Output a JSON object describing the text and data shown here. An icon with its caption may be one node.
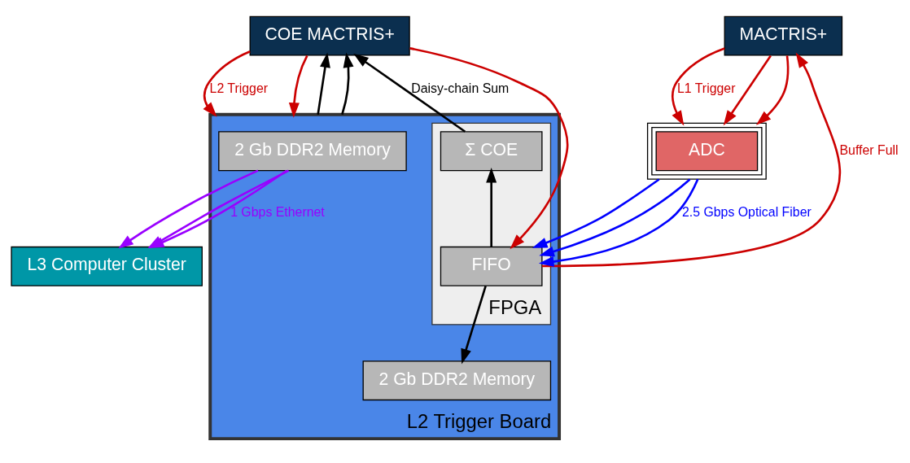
{
  "diagram": {
    "nodes": [
      {
        "text": [
          "MACTRIS+"
        ]
      },
      {
        "text": [
          "COE MACTRIS+"
        ]
      },
      {
        "text": [
          "L2 Trigger Board"
        ]
      },
      {
        "text": [
          "FPGA"
        ],
        "in": 2
      },
      {
        "text": [
          "Σ COE"
        ],
        "in": 3
      },
      {
        "text": [
          "FIFO"
        ],
        "in": 3
      },
      {
        "text": [
          "2 Gb DDR2 Memory"
        ],
        "in": 2
      },
      {
        "text": [
          "2 Gb DDR2 Memory"
        ],
        "in": 2
      },
      {
        "text": [
          "ADC"
        ]
      },
      {
        "text": [
          "L3 Computer Cluster"
        ]
      }
    ],
    "edges": [
      {
        "from": 0,
        "to": 8,
        "arrow": "to"
      },
      {
        "from": 0,
        "to": 8,
        "arrow": "to",
        "label": "L1 Trigger"
      },
      {
        "from": 0,
        "to": 8,
        "arrow": "to"
      },
      {
        "from": 5,
        "to": 0,
        "arrow": "to",
        "label": "Buffer Full"
      },
      {
        "from": 4,
        "to": 1,
        "arrow": "to",
        "label": "Daisy-chain Sum",
        "color": "#000000"
      },
      {
        "from": 1,
        "to": 2,
        "arrow": "to",
        "label": "L2 Trigger"
      },
      {
        "from": 1,
        "to": 2,
        "arrow": "to"
      },
      {
        "from": 2,
        "to": 1,
        "arrow": "to",
        "color": "#000000"
      },
      {
        "from": 2,
        "to": 1,
        "arrow": "to",
        "color": "#000000"
      },
      {
        "from": 1,
        "to": 5,
        "arrow": "to"
      },
      {
        "from": 8,
        "to": 5,
        "arrow": "to",
        "color": "#0000ff"
      },
      {
        "from": 8,
        "to": 5,
        "arrow": "to",
        "color": "#0000ff"
      },
      {
        "from": 8,
        "to": 5,
        "arrow": "to",
        "label": "2.5 Gbps Optical Fiber",
        "color": "#0000ff"
      },
      {
        "from": 5,
        "to": 4,
        "arrow": "to",
        "color": "#000000"
      },
      {
        "from": 5,
        "to": 7,
        "arrow": "to",
        "color": "#000000"
      },
      {
        "from": 6,
        "to": 9,
        "arrow": "to",
        "color": "#9900ff"
      },
      {
        "from": 6,
        "to": 9,
        "arrow": "to",
        "color": "#9900ff"
      },
      {
        "from": 6,
        "to": 9,
        "arrow": "to",
        "label": "1 Gbps Ethernet",
        "color": "#9900ff"
      }
    ]
  }
}
